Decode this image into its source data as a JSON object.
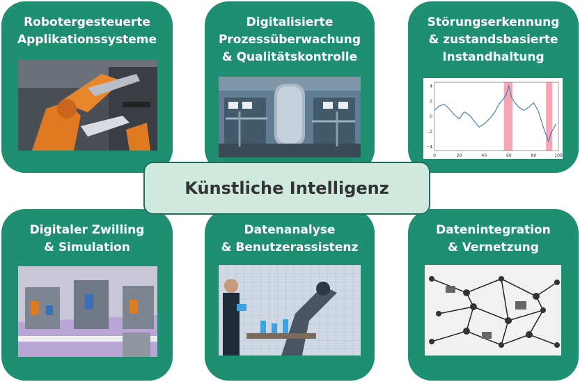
{
  "center": {
    "title": "Künstliche Intelligenz"
  },
  "tiles": [
    {
      "title": "Robotergesteuerte\nApplikationssysteme",
      "image": "industrial-robot-arm-photo"
    },
    {
      "title": "Digitalisierte\nProzessüberwachung\n& Qualitätskontrolle",
      "image": "process-plant-monitoring-illustration"
    },
    {
      "title": "Störungserkennung\n& zustandsbasierte\nInstandhaltung",
      "image": "anomaly-detection-time-series-chart"
    },
    {
      "title": "Digitaler Zwilling\n& Simulation",
      "image": "digital-twin-factory-cells-render"
    },
    {
      "title": "Datenanalyse\n& Benutzerassistenz",
      "image": "robot-lab-with-engineer-illustration"
    },
    {
      "title": "Datenintegration\n& Vernetzung",
      "image": "networked-machines-sketch-illustration"
    }
  ],
  "chart_data": {
    "type": "line",
    "x_ticks": [
      "0",
      "20",
      "40",
      "60",
      "80",
      "100"
    ],
    "y_ticks": [
      "4",
      "2",
      "0",
      "−2",
      "−4"
    ],
    "xlim": [
      0,
      100
    ],
    "ylim": [
      -4.5,
      4.5
    ],
    "highlight_ranges": [
      [
        56,
        63
      ],
      [
        90,
        95
      ]
    ],
    "x": [
      0,
      4,
      8,
      12,
      16,
      20,
      24,
      28,
      32,
      36,
      40,
      44,
      48,
      52,
      56,
      58,
      60,
      62,
      64,
      68,
      72,
      76,
      80,
      84,
      88,
      90,
      92,
      94,
      96,
      98
    ],
    "y": [
      0.8,
      1.4,
      1.6,
      1.0,
      0.2,
      -0.3,
      0.6,
      0.2,
      -0.6,
      -1.4,
      -1.0,
      -0.4,
      0.4,
      1.6,
      2.4,
      2.9,
      4.0,
      2.6,
      2.0,
      1.2,
      0.8,
      1.2,
      1.8,
      0.6,
      -1.5,
      -2.4,
      -3.3,
      -2.2,
      -1.6,
      -1.0
    ],
    "highlight_color": "#f4a6b4",
    "line_color": "#4a7fb5"
  },
  "colors": {
    "tile_green": "#1f8f72",
    "center_fill": "#cfe9df",
    "center_border": "#1f6f59"
  }
}
